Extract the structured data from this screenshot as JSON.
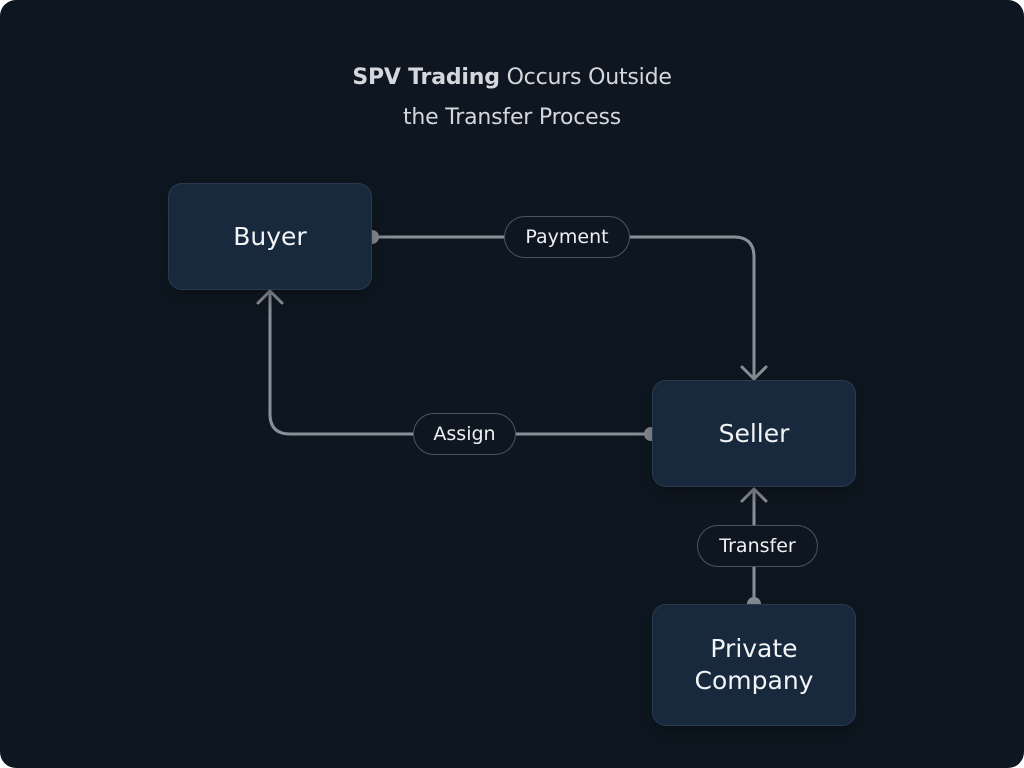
{
  "diagram": {
    "title": {
      "bold": "SPV Trading",
      "rest_line1": "Occurs Outside",
      "line2": "the Transfer Process"
    },
    "nodes": {
      "buyer": {
        "label": "Buyer"
      },
      "seller": {
        "label": "Seller"
      },
      "private_company": {
        "line1": "Private",
        "line2": "Company"
      }
    },
    "edges": {
      "payment": {
        "label": "Payment",
        "from": "Buyer",
        "to": "Seller"
      },
      "assign": {
        "label": "Assign",
        "from": "Seller",
        "to": "Buyer"
      },
      "transfer": {
        "label": "Transfer",
        "from": "Private Company",
        "to": "Seller"
      }
    },
    "colors": {
      "background": "#0e1721",
      "node_fill": "#18293e",
      "node_border": "#2a3b50",
      "edge": "#8a9097",
      "pill_border": "#4a5561",
      "text": "#f2f4f6"
    }
  }
}
